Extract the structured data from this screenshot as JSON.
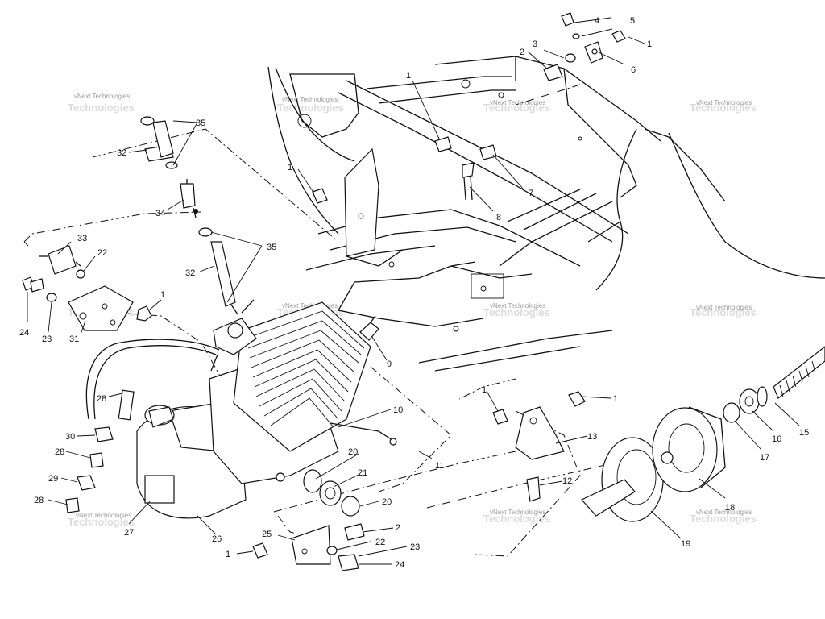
{
  "diagram": {
    "callouts": [
      {
        "id": "c1a",
        "text": "1"
      },
      {
        "id": "c2a",
        "text": "2"
      },
      {
        "id": "c3",
        "text": "3"
      },
      {
        "id": "c4",
        "text": "4"
      },
      {
        "id": "c5",
        "text": "5"
      },
      {
        "id": "c6",
        "text": "6"
      },
      {
        "id": "c1b",
        "text": "1"
      },
      {
        "id": "c7",
        "text": "7"
      },
      {
        "id": "c8",
        "text": "8"
      },
      {
        "id": "c1c",
        "text": "1"
      },
      {
        "id": "c35a",
        "text": "35"
      },
      {
        "id": "c32a",
        "text": "32"
      },
      {
        "id": "c34",
        "text": "34"
      },
      {
        "id": "c35b",
        "text": "35"
      },
      {
        "id": "c32b",
        "text": "32"
      },
      {
        "id": "c33",
        "text": "33"
      },
      {
        "id": "c22a",
        "text": "22"
      },
      {
        "id": "c1d",
        "text": "1"
      },
      {
        "id": "c24a",
        "text": "24"
      },
      {
        "id": "c23a",
        "text": "23"
      },
      {
        "id": "c31",
        "text": "31"
      },
      {
        "id": "c28a",
        "text": "28"
      },
      {
        "id": "c30",
        "text": "30"
      },
      {
        "id": "c28b",
        "text": "28"
      },
      {
        "id": "c29",
        "text": "29"
      },
      {
        "id": "c28c",
        "text": "28"
      },
      {
        "id": "c27",
        "text": "27"
      },
      {
        "id": "c26",
        "text": "26"
      },
      {
        "id": "c9",
        "text": "9"
      },
      {
        "id": "c10",
        "text": "10"
      },
      {
        "id": "c11",
        "text": "11"
      },
      {
        "id": "c20a",
        "text": "20"
      },
      {
        "id": "c21",
        "text": "21"
      },
      {
        "id": "c20b",
        "text": "20"
      },
      {
        "id": "c1e",
        "text": "1"
      },
      {
        "id": "c1f",
        "text": "1"
      },
      {
        "id": "c13",
        "text": "13"
      },
      {
        "id": "c12",
        "text": "12"
      },
      {
        "id": "c2b",
        "text": "2"
      },
      {
        "id": "c25",
        "text": "25"
      },
      {
        "id": "c22b",
        "text": "22"
      },
      {
        "id": "c23b",
        "text": "23"
      },
      {
        "id": "c1g",
        "text": "1"
      },
      {
        "id": "c24b",
        "text": "24"
      },
      {
        "id": "c19",
        "text": "19"
      },
      {
        "id": "c18",
        "text": "18"
      },
      {
        "id": "c17",
        "text": "17"
      },
      {
        "id": "c16",
        "text": "16"
      },
      {
        "id": "c15",
        "text": "15"
      }
    ],
    "watermark": {
      "text": "vNext Technologies",
      "ghost_text": "Technologies",
      "color": "#9a9a9a"
    },
    "line_color": "#111111",
    "background": "#ffffff"
  }
}
